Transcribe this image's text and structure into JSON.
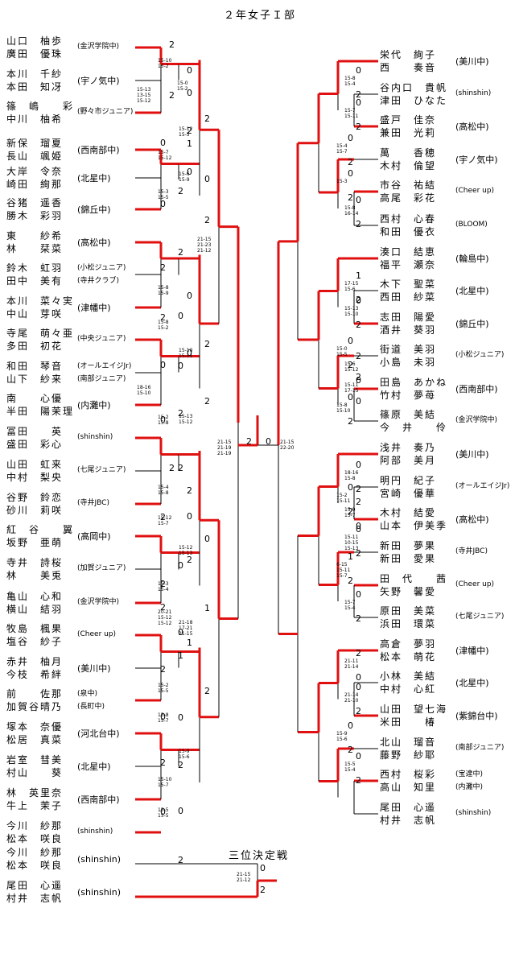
{
  "title": "２年女子Ｉ部",
  "third_place_label": "三位決定戦",
  "colors": {
    "win_line": "#e01010",
    "lose_line": "#000000"
  },
  "left_pairs": [
    {
      "p1": "山口　柚歩",
      "p2": "廣田　優珠",
      "team": "(金沢学院中)"
    },
    {
      "p1": "本川　千紗",
      "p2": "本田　知冴",
      "team": "(宇ノ気中)"
    },
    {
      "p1": "篠　嶋　　彩",
      "p2": "中川　柚希",
      "team": "(野々市ジュニア)"
    },
    {
      "p1": "新保　瑠夏",
      "p2": "長山　颯姫",
      "team": "(西南部中)"
    },
    {
      "p1": "大岸　令奈",
      "p2": "崎田　絢那",
      "team": "(北星中)"
    },
    {
      "p1": "谷猪　遥香",
      "p2": "勝木　彩羽",
      "team": "(錦丘中)"
    },
    {
      "p1": "東　　紗希",
      "p2": "林　　栞菜",
      "team": "(高松中)"
    },
    {
      "p1": "鈴木　虹羽",
      "p2": "田中　美有",
      "team": "(小松ジュニア)",
      "team2": "(寺井クラブ)"
    },
    {
      "p1": "本川　菜々実",
      "p2": "中山　芽咲",
      "team": "(津幡中)"
    },
    {
      "p1": "寺尾　萌々亜",
      "p2": "多田　初花",
      "team": "(中央ジュニア)"
    },
    {
      "p1": "和田　琴音",
      "p2": "山下　紗来",
      "team": "(オールエイジJr)",
      "team2": "(南部ジュニア)"
    },
    {
      "p1": "南　　心優",
      "p2": "半田　陽茉理",
      "team": "(内灘中)"
    },
    {
      "p1": "冨田　　英",
      "p2": "盛田　彩心",
      "team": "(shinshin)"
    },
    {
      "p1": "山田　虹来",
      "p2": "中村　梨央",
      "team": "(七尾ジュニア)"
    },
    {
      "p1": "谷野　鈴恋",
      "p2": "砂川　莉咲",
      "team": "(寺井JBC)"
    },
    {
      "p1": "紅　谷　　翼",
      "p2": "坂野　亜萌",
      "team": "(高岡中)"
    },
    {
      "p1": "寺井　詩桜",
      "p2": "林　　美兎",
      "team": "(加賀ジュニア)"
    },
    {
      "p1": "亀山　心和",
      "p2": "横山　結羽",
      "team": "(金沢学院中)"
    },
    {
      "p1": "牧島　楓果",
      "p2": "塩谷　紗子",
      "team": "(Cheer up)"
    },
    {
      "p1": "赤井　柚月",
      "p2": "今枝　希絆",
      "team": "(美川中)"
    },
    {
      "p1": "前　　佐那",
      "p2": "加賀谷晴乃",
      "team": "(泉中)",
      "team2": "(長町中)"
    },
    {
      "p1": "塚本　奈優",
      "p2": "松居　真菜",
      "team": "(河北台中)"
    },
    {
      "p1": "岩室　彗美",
      "p2": "村山　　葵",
      "team": "(北星中)"
    },
    {
      "p1": "林　英里奈",
      "p2": "牛上　茉子",
      "team": "(西南部中)"
    },
    {
      "p1": "今川　紗那",
      "p2": "松本　咲良",
      "team": "(shinshin)"
    }
  ],
  "right_pairs": [
    {
      "p1": "栄代　絢子",
      "p2": "西　　奏音",
      "team": "(美川中)"
    },
    {
      "p1": "谷内口　貴帆",
      "p2": "津田　ひなた",
      "team": "(shinshin)"
    },
    {
      "p1": "盛戸　佳奈",
      "p2": "兼田　光莉",
      "team": "(高松中)"
    },
    {
      "p1": "萬　　香穂",
      "p2": "木村　倫望",
      "team": "(宇ノ気中)"
    },
    {
      "p1": "市谷　祐結",
      "p2": "高尾　彩花",
      "team": "(Cheer up)"
    },
    {
      "p1": "西村　心春",
      "p2": "和田　優衣",
      "team": "(BLOOM)"
    },
    {
      "p1": "湊口　結恵",
      "p2": "福平　瀬奈",
      "team": "(輪島中)"
    },
    {
      "p1": "木下　聖菜",
      "p2": "西田　紗菜",
      "team": "(北星中)"
    },
    {
      "p1": "志田　陽愛",
      "p2": "酒井　葵羽",
      "team": "(錦丘中)"
    },
    {
      "p1": "街道　美羽",
      "p2": "小島　未羽",
      "team": "(小松ジュニア)"
    },
    {
      "p1": "田島　あかね",
      "p2": "竹村　夢苺",
      "team": "(西南部中)"
    },
    {
      "p1": "篠原　美結",
      "p2": "今　井　　伶",
      "team": "(金沢学院中)"
    },
    {
      "p1": "浅井　奏乃",
      "p2": "阿部　美月",
      "team": "(美川中)"
    },
    {
      "p1": "明円　紀子",
      "p2": "宮崎　優華",
      "team": "(オールエイジJr)"
    },
    {
      "p1": "木村　結愛",
      "p2": "山本　伊美季",
      "team": "(高松中)"
    },
    {
      "p1": "新田　夢果",
      "p2": "新田　愛果",
      "team": "(寺井JBC)"
    },
    {
      "p1": "田　代　　茜",
      "p2": "矢野　馨愛",
      "team": "(Cheer up)"
    },
    {
      "p1": "原田　美菜",
      "p2": "浜田　環菜",
      "team": "(七尾ジュニア)"
    },
    {
      "p1": "高倉　夢羽",
      "p2": "松本　萌花",
      "team": "(津幡中)"
    },
    {
      "p1": "小林　美結",
      "p2": "中村　心紅",
      "team": "(北星中)"
    },
    {
      "p1": "山田　望七海",
      "p2": "米田　　椿",
      "team": "(紫錦台中)"
    },
    {
      "p1": "北山　瑠音",
      "p2": "藤野　紗耶",
      "team": "(南部ジュニア)"
    },
    {
      "p1": "西村　桜彩",
      "p2": "高山　知里",
      "team": "(宝達中)",
      "team2": "(内灘中)"
    },
    {
      "p1": "尾田　心遥",
      "p2": "村井　志帆",
      "team": "(shinshin)"
    }
  ],
  "third_place": [
    {
      "p1": "今川　紗那",
      "p2": "松本　咲良",
      "team": "(shinshin)"
    },
    {
      "p1": "尾田　心遥",
      "p2": "村井　志帆",
      "team": "(shinshin)"
    }
  ],
  "left_scores": [
    {
      "a": "2",
      "b": "0",
      "d": "15-10\n15-2"
    },
    {
      "a": "2",
      "b": "1",
      "d": "15-13\n13-15\n15-12"
    },
    {
      "a": "0",
      "b": "2",
      "d": "15-7\n15-12"
    },
    {
      "a": "0",
      "b": "2",
      "d": "15-3\n15-5"
    },
    {
      "a": "2",
      "b": "0",
      "d": "15-8\n15-9"
    },
    {
      "a": "2",
      "b": "0",
      "d": "15-8\n15-2"
    },
    {
      "a": "0",
      "b": "2",
      "d": "18-16\n15-10"
    },
    {
      "a": "0",
      "b": "2",
      "d": "15-2\n15-8"
    },
    {
      "a": "2",
      "b": "0",
      "d": "15-4\n15-8"
    },
    {
      "a": "2",
      "b": "0",
      "d": "15-12\n15-7"
    },
    {
      "a": "2",
      "b": "0",
      "d": "15-3\n15-4"
    },
    {
      "a": "2",
      "b": "1",
      "d": "20-21\n15-12\n15-12"
    },
    {
      "a": "2",
      "b": "0",
      "d": "15-2\n15-5"
    },
    {
      "a": "0",
      "b": "2",
      "d": "15-8\n15-7"
    },
    {
      "a": "2",
      "b": "0",
      "d": "15-10\n15-7"
    },
    {
      "a": "0",
      "b": "2",
      "d": "15-5\n15-5"
    },
    {
      "a": "0",
      "b": "2",
      "d": "15-0\n15-2"
    },
    {
      "a": "2",
      "b": "0",
      "d": "15-6\n15-9"
    },
    {
      "a": "0",
      "b": "2",
      "d": "15-12\n15-5"
    },
    {
      "a": "0",
      "b": "2",
      "d": "15-10\n15-11"
    },
    {
      "a": "0",
      "b": "2",
      "d": "15-13\n15-12"
    },
    {
      "a": "2",
      "b": "0",
      "d": "15-12\n15-13"
    },
    {
      "a": "2",
      "b": "1",
      "d": "21-18\n17-21\n21-15"
    },
    {
      "a": "1",
      "b": "2",
      "d": "15-9\n15-6"
    },
    {
      "a": "2",
      "b": "0",
      "d": "21-15\n21-23\n21-12"
    }
  ],
  "right_scores": [
    {
      "a": "0",
      "b": "2",
      "d": "15-8\n15-4"
    },
    {
      "a": "0",
      "b": "2",
      "d": "15-7\n15-11"
    },
    {
      "a": "0",
      "b": "2",
      "d": "15-4\n15-7"
    },
    {
      "a": "0",
      "b": "2",
      "d": "15-3"
    },
    {
      "a": "0",
      "b": "2",
      "d": "15-8\n16-14"
    },
    {
      "a": "1",
      "b": "2",
      "d": "17-15\n15-6"
    },
    {
      "a": "0",
      "b": "2",
      "d": "15-13\n15-10"
    },
    {
      "a": "0",
      "b": "2",
      "d": "15-0\n15-5"
    },
    {
      "a": "2",
      "b": "0",
      "d": "15-6\n15-12"
    },
    {
      "a": "2",
      "b": "0",
      "d": "15-11\n17-15"
    },
    {
      "a": "0",
      "b": "2",
      "d": "15-8\n15-10"
    },
    {
      "a": "0",
      "b": "2",
      "d": "18-16\n15-8"
    },
    {
      "a": "2",
      "b": "0",
      "d": "15-9\n15-7"
    },
    {
      "a": "0",
      "b": "2",
      "d": "15-2\n15-11"
    },
    {
      "a": "0",
      "b": "2",
      "d": "15-11\n10-15\n15-13"
    },
    {
      "a": "1",
      "b": "2",
      "d": "6-15\n15-11\n15-7"
    },
    {
      "a": "0",
      "b": "2",
      "d": "15-7\n15-4"
    },
    {
      "a": "2",
      "b": "0",
      "d": "21-11\n21-14"
    },
    {
      "a": "0",
      "b": "2",
      "d": "21-14\n21-10"
    },
    {
      "a": "0",
      "b": "2",
      "d": "15-9\n15-6"
    },
    {
      "a": "0",
      "b": "2",
      "d": "15-5\n15-4"
    }
  ],
  "final": {
    "left": "2",
    "right": "0",
    "d1": "21-15\n21-19\n21-19",
    "d2": "21-15\n22-20"
  },
  "third_score": {
    "top": "0",
    "bottom": "2",
    "d": "21-15\n21-12"
  }
}
